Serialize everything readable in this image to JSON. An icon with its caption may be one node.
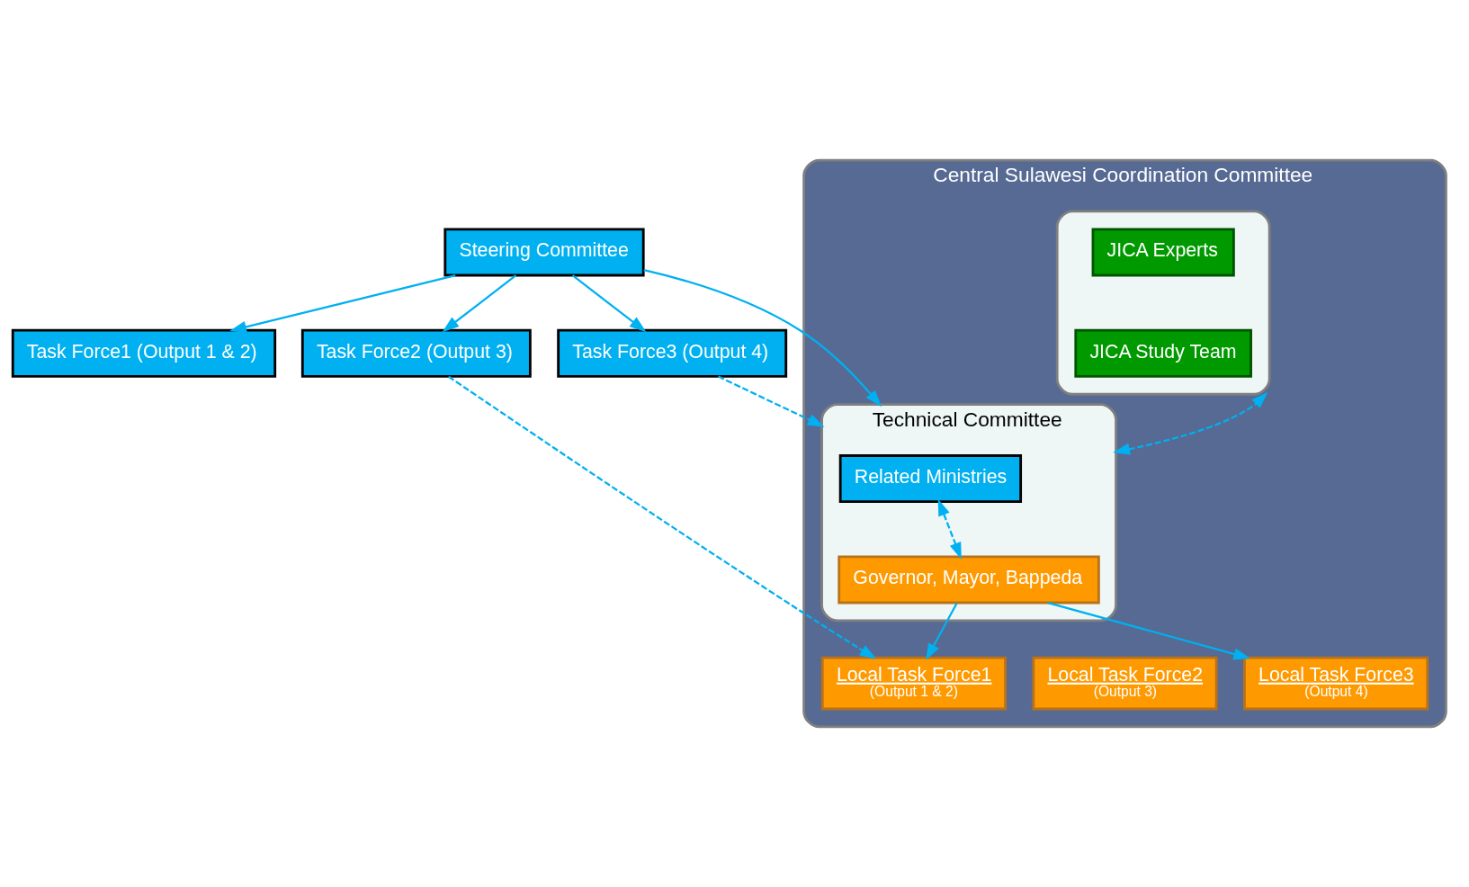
{
  "diagram": {
    "nodes": [
      {
        "text": [
          "Steering Committee"
        ]
      },
      {
        "text": [
          "Task Force1 (Output 1 & 2)"
        ]
      },
      {
        "text": [
          "Task Force2 (Output 3)"
        ]
      },
      {
        "text": [
          "Task Force3 (Output 4)"
        ]
      },
      {
        "text": [
          "Central Sulawesi Coordination Committee"
        ]
      },
      {
        "text": [
          "Technical Committee"
        ],
        "in": 4
      },
      {
        "text": [
          "Related Ministries"
        ],
        "in": 5
      },
      {
        "text": [
          "Governor, Mayor, Bappeda"
        ],
        "in": 5
      },
      {
        "text": [],
        "shape": "box",
        "in": 4
      },
      {
        "text": [
          "JICA Experts"
        ],
        "in": 8
      },
      {
        "text": [
          "JICA Study Team"
        ],
        "in": 8
      },
      {
        "text": [
          "Local Task Force1",
          "(Output 1 & 2)"
        ],
        "in": 4
      },
      {
        "text": [
          "Local Task Force2",
          "(Output 3)"
        ],
        "in": 4
      },
      {
        "text": [
          "Local Task Force3",
          "(Output 4)"
        ],
        "in": 4
      }
    ],
    "edges": [
      {
        "from": 0,
        "to": 1,
        "arrow": "to"
      },
      {
        "from": 0,
        "to": 2,
        "arrow": "to"
      },
      {
        "from": 0,
        "to": 3,
        "arrow": "to"
      },
      {
        "from": 0,
        "to": 5,
        "arrow": "to"
      },
      {
        "from": 3,
        "to": 5,
        "arrow": "to",
        "style": "dashed"
      },
      {
        "from": 6,
        "to": 7,
        "arrow": "both",
        "style": "dashed"
      },
      {
        "from": 5,
        "to": 8,
        "arrow": "both",
        "style": "dashed"
      },
      {
        "from": 7,
        "to": 11,
        "arrow": "to"
      },
      {
        "from": 7,
        "to": 13,
        "arrow": "to"
      },
      {
        "from": 2,
        "to": 11,
        "arrow": "to",
        "style": "dashed"
      }
    ]
  }
}
